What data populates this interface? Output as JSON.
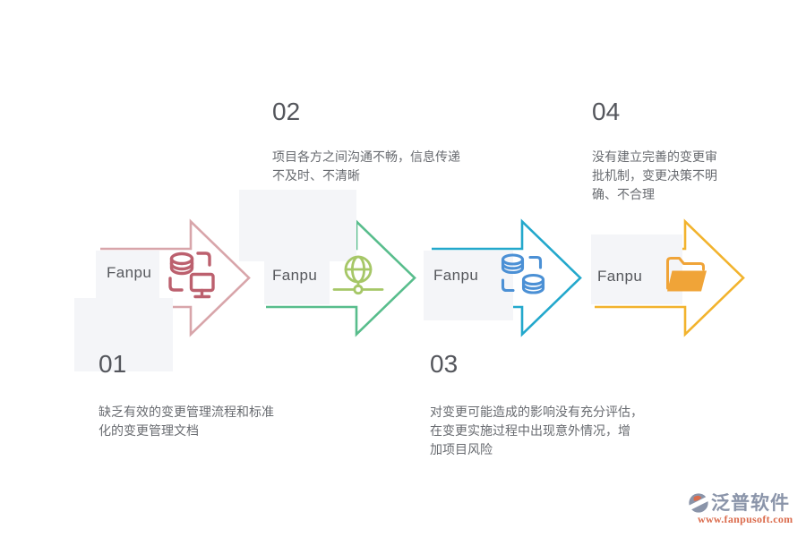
{
  "steps": [
    {
      "number": "01",
      "label": "Fanpu",
      "description": "缺乏有效的变更管理流程和标准\n化的变更管理文档",
      "arrow_color": "#D8A5AA",
      "icon": "database-monitor-icon",
      "icon_color": "#BC606E"
    },
    {
      "number": "02",
      "label": "Fanpu",
      "description": "项目各方之间沟通不畅，信息传递\n不及时、不清晰",
      "arrow_color": "#58BD8C",
      "icon": "globe-network-icon",
      "icon_color": "#A6C767"
    },
    {
      "number": "03",
      "label": "Fanpu",
      "description": "对变更可能造成的影响没有充分评估，\n在变更实施过程中出现意外情况，增\n加项目风险",
      "arrow_color": "#23A8CC",
      "icon": "databases-sync-icon",
      "icon_color": "#4B90D5"
    },
    {
      "number": "04",
      "label": "Fanpu",
      "description": "没有建立完善的变更审\n批机制，变更决策不明\n确、不合理",
      "arrow_color": "#F2B32D",
      "icon": "folder-icon",
      "icon_color": "#F0A438"
    }
  ],
  "footer": {
    "brand_name": "泛普软件",
    "brand_url": "www.fanpusoft.com",
    "brand_color": "#8A94A9",
    "url_color": "#DB6B4C"
  },
  "colors": {
    "background": "#FFFFFF",
    "panel_bg": "#F4F5F8",
    "number_text": "#54565C",
    "description_text": "#686B70",
    "label_text": "#56585D"
  }
}
